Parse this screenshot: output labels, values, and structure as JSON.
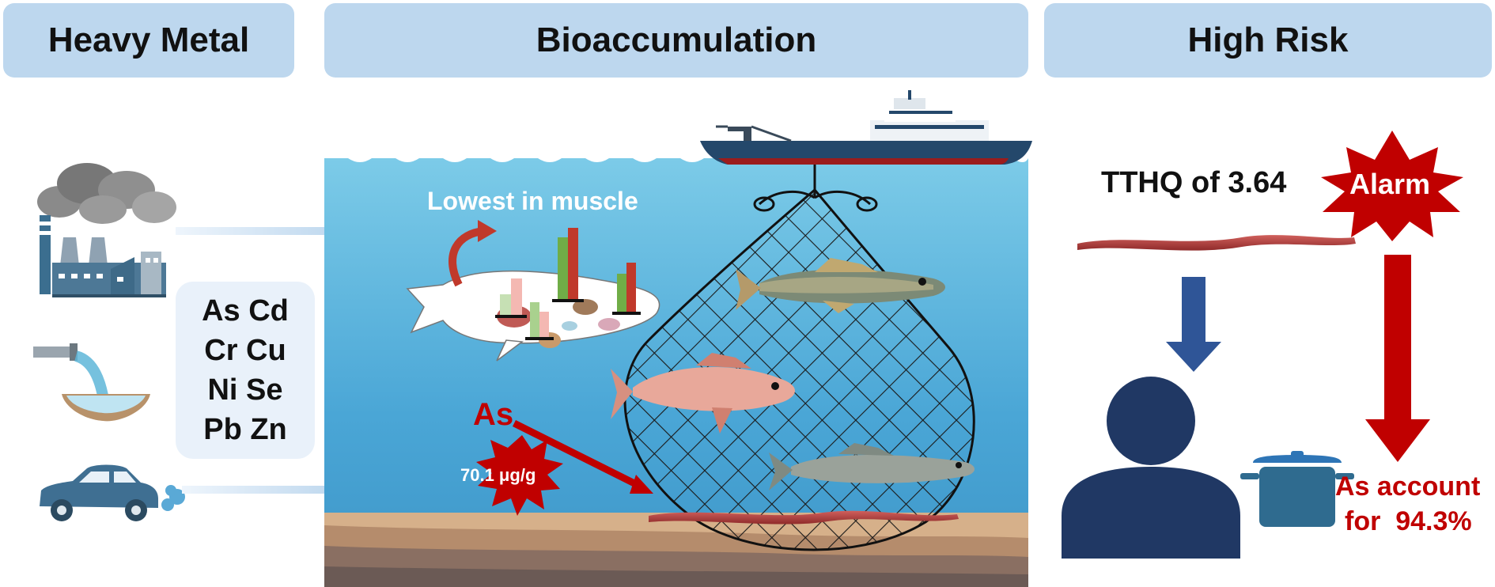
{
  "headers": {
    "heavy_metal": "Heavy Metal",
    "bioaccumulation": "Bioaccumulation",
    "high_risk": "High Risk"
  },
  "metals": [
    "As Cd",
    "Cr Cu",
    "Ni Se",
    "Pb Zn"
  ],
  "bioaccumulation": {
    "lowest_label": "Lowest in muscle",
    "element_label": "As",
    "concentration_label": "70.1 μg/g"
  },
  "risk": {
    "tthq_label": "TTHQ of 3.64",
    "alarm_label": "Alarm",
    "as_account_line1": "As account",
    "as_account_line2": "for  94.3%"
  },
  "colors": {
    "header_bg": "#bdd7ee",
    "water": "#6fc3e3",
    "alert_red": "#c00000",
    "arrow_blue": "#2f5597",
    "person": "#203864"
  }
}
